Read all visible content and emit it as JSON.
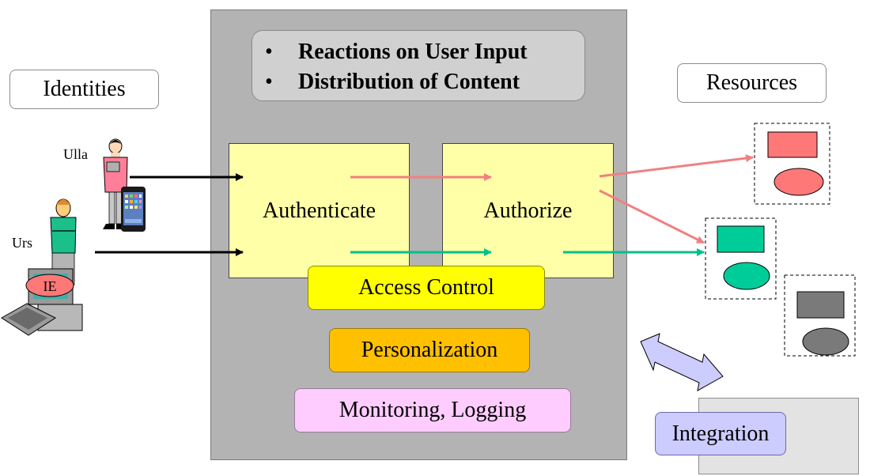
{
  "identities_label": "Identities",
  "resources_label": "Resources",
  "features": [
    "Reactions on User Input",
    "Distribution of Content"
  ],
  "authenticate_label": "Authenticate",
  "authorize_label": "Authorize",
  "access_control_label": "Access Control",
  "personalization_label": "Personalization",
  "monitoring_label": "Monitoring, Logging",
  "integration_label": "Integration",
  "users": [
    {
      "name": "Ulla",
      "device": "phone-icon"
    },
    {
      "name": "Urs",
      "device": "computer-icon",
      "browser_badge": "IE"
    }
  ],
  "colors": {
    "gateway": "#b3b3b3",
    "box_yellow": "#ffffa8",
    "access_control": "#ffff00",
    "personalization": "#ffc000",
    "monitoring": "#ffccff",
    "integration": "#ccccff",
    "flow_red": "#f08080",
    "flow_green": "#00c08a",
    "resource_red": "#ff7878",
    "resource_green": "#00cc99",
    "resource_gray": "#7a7a7a"
  }
}
